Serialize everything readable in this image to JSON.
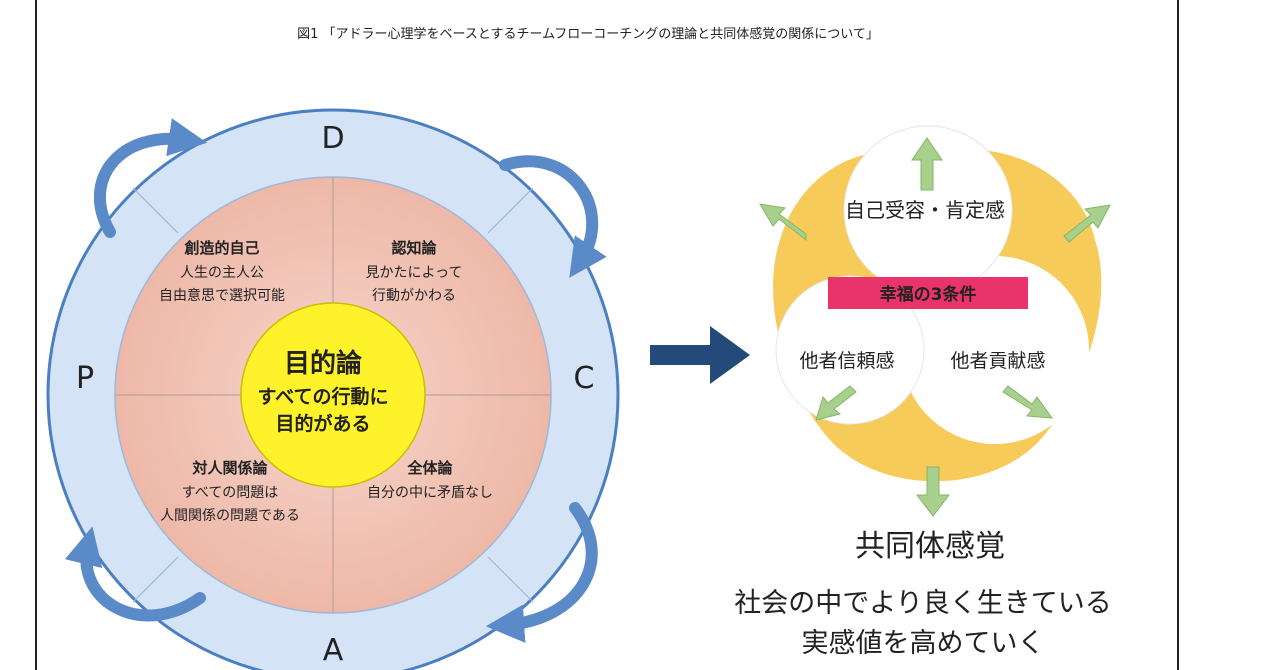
{
  "figure_caption": "図1 「アドラー心理学をベースとするチームフローコーチングの理論と共同体感覚の関係について」",
  "pdca": {
    "top": "D",
    "right": "C",
    "bottom": "A",
    "left": "P"
  },
  "center": {
    "title": "目的論",
    "line1": "すべての行動に",
    "line2": "目的がある"
  },
  "quadrants": {
    "top_left": {
      "title": "創造的自己",
      "line1": "人生の主人公",
      "line2": "自由意思で選択可能"
    },
    "top_right": {
      "title": "認知論",
      "line1": "見かたによって",
      "line2": "行動がかわる"
    },
    "bottom_left": {
      "title": "対人関係論",
      "line1": "すべての問題は",
      "line2": "人間関係の問題である"
    },
    "bottom_right": {
      "title": "全体論",
      "line1": "自分の中に矛盾なし"
    }
  },
  "happiness": {
    "banner": "幸福の3条件",
    "top": "自己受容・肯定感",
    "left": "他者信頼感",
    "right": "他者貢献感"
  },
  "result": {
    "title": "共同体感覚",
    "line1": "社会の中でより良く生きている",
    "line2": "実感値を高めていく"
  },
  "colors": {
    "outer_ring": "#d4e3f5",
    "ring_stroke": "#4a7fc1",
    "inner_disc": "#f1c1b3",
    "center_disc": "#fef22a",
    "cycle_arrow": "#5a8ac8",
    "big_arrow": "#234a78",
    "yellow_shape": "#f6cb5a",
    "green_arrow": "#a8d08d",
    "banner": "#e8336b"
  }
}
